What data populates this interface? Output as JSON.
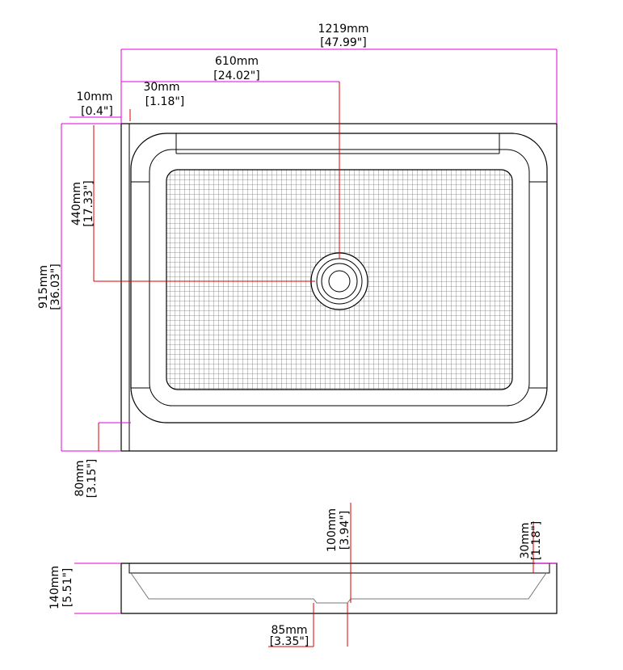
{
  "colors": {
    "outline": "#000000",
    "dimension_line": "#e000e0",
    "leader_line": "#e00000",
    "grid": "#777777",
    "background": "#ffffff"
  },
  "top_view": {
    "width": {
      "mm": "1219mm",
      "inch": "[47.99\"]"
    },
    "drain_offset_x": {
      "mm": "610mm",
      "inch": "[24.02\"]"
    },
    "flange": {
      "mm": "30mm",
      "inch": "[1.18\"]"
    },
    "lip": {
      "mm": "10mm",
      "inch": "[0.4\"]"
    },
    "drain_offset_y": {
      "mm": "440mm",
      "inch": "[17.33\"]"
    },
    "depth": {
      "mm": "915mm",
      "inch": "[36.03\"]"
    },
    "apron": {
      "mm": "80mm",
      "inch": "[3.15\"]"
    }
  },
  "side_view": {
    "drain_depth": {
      "mm": "100mm",
      "inch": "[3.94\"]"
    },
    "rim_height": {
      "mm": "30mm",
      "inch": "[1.18\"]"
    },
    "total_height": {
      "mm": "140mm",
      "inch": "[5.51\"]"
    },
    "drain_width": {
      "mm": "85mm",
      "inch": "[3.35\"]"
    }
  }
}
